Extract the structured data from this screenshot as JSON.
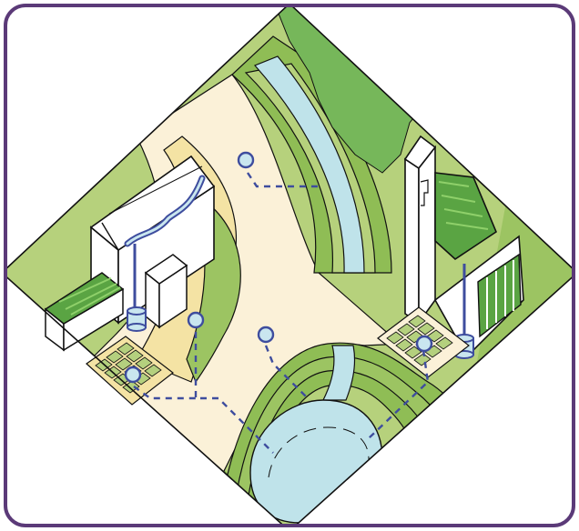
{
  "colors": {
    "frame": "#5b3a78",
    "background": "#ffffff",
    "grass_light": "#b6d17c",
    "grass_mid": "#8fbd55",
    "grass_dark": "#5aa443",
    "tree_canopy": "#76b75a",
    "plaza": "#fbf1d8",
    "path_sand": "#f4e3a4",
    "water": "#bfe3ea",
    "pipe": "#3e4d9e",
    "pipe_fill": "#c9e6ef",
    "building": "#ffffff",
    "outline": "#111111",
    "paver": "#b4d07e"
  },
  "scene": {
    "buildings": [
      "building-left",
      "building-small",
      "building-right"
    ],
    "features": [
      "stream",
      "pond",
      "plaza",
      "green-roof-left",
      "green-roof-right",
      "permeable-pavers-left",
      "permeable-pavers-right",
      "rain-barrels",
      "drainage-pipes"
    ]
  }
}
